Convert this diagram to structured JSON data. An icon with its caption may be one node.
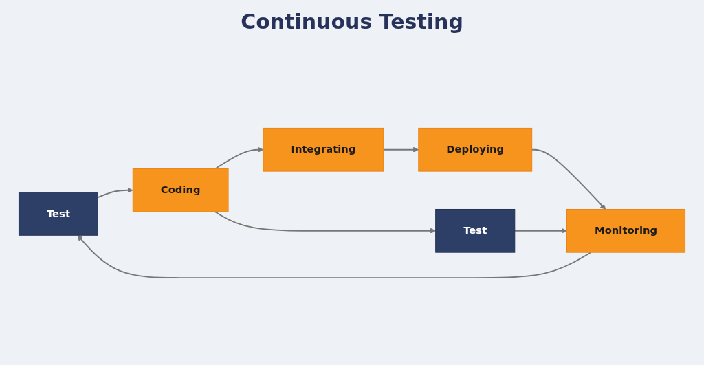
{
  "diagram": {
    "title": "Continuous Testing",
    "nodes": [
      {
        "text": [
          "Test"
        ]
      },
      {
        "text": [
          "Coding"
        ]
      },
      {
        "text": [
          "Integrating"
        ]
      },
      {
        "text": [
          "Deploying"
        ]
      },
      {
        "text": [
          "Monitoring"
        ]
      },
      {
        "text": [
          "Test"
        ]
      }
    ],
    "edges": [
      {
        "from": 0,
        "to": 1,
        "arrow": "to"
      },
      {
        "from": 1,
        "to": 2,
        "arrow": "to"
      },
      {
        "from": 2,
        "to": 3,
        "arrow": "to"
      },
      {
        "from": 3,
        "to": 4,
        "arrow": "to"
      },
      {
        "from": 4,
        "to": 0,
        "arrow": "to"
      },
      {
        "from": 1,
        "to": 5,
        "arrow": "to"
      },
      {
        "from": 5,
        "to": 4,
        "arrow": "to"
      }
    ]
  }
}
